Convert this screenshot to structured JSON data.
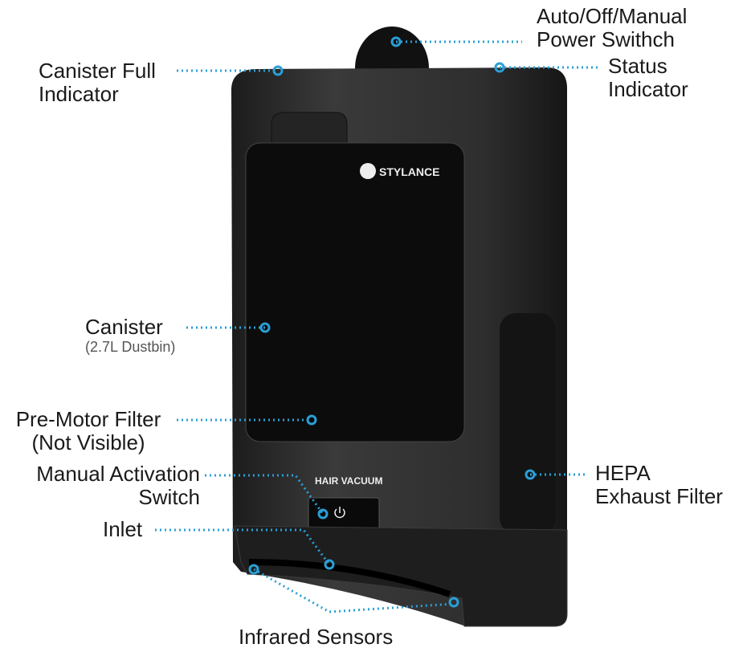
{
  "title": "Hair Vacuum parts diagram",
  "device": {
    "brand": "STYLANCE",
    "model_label": "HAIR VACUUM",
    "power_icon": "power-icon"
  },
  "callouts": {
    "canister_full": {
      "line1": "Canister Full",
      "line2": "Indicator"
    },
    "power_switch": {
      "line1": "Auto/Off/Manual",
      "line2": "Power Swithch"
    },
    "status": {
      "line1": "Status",
      "line2": "Indicator"
    },
    "canister": {
      "line1": "Canister",
      "sub": "(2.7L Dustbin)"
    },
    "pre_motor": {
      "line1": "Pre-Motor Filter",
      "line2": "(Not Visible)"
    },
    "manual_switch": {
      "line1": "Manual Activation",
      "line2": "Switch"
    },
    "inlet": {
      "line1": "Inlet"
    },
    "hepa": {
      "line1": "HEPA",
      "line2": "Exhaust Filter"
    },
    "infrared": {
      "line1": "Infrared Sensors"
    }
  },
  "colors": {
    "leader": "#2a9fd6",
    "body": "#2b2b2b",
    "panel": "#0d0d0d"
  }
}
